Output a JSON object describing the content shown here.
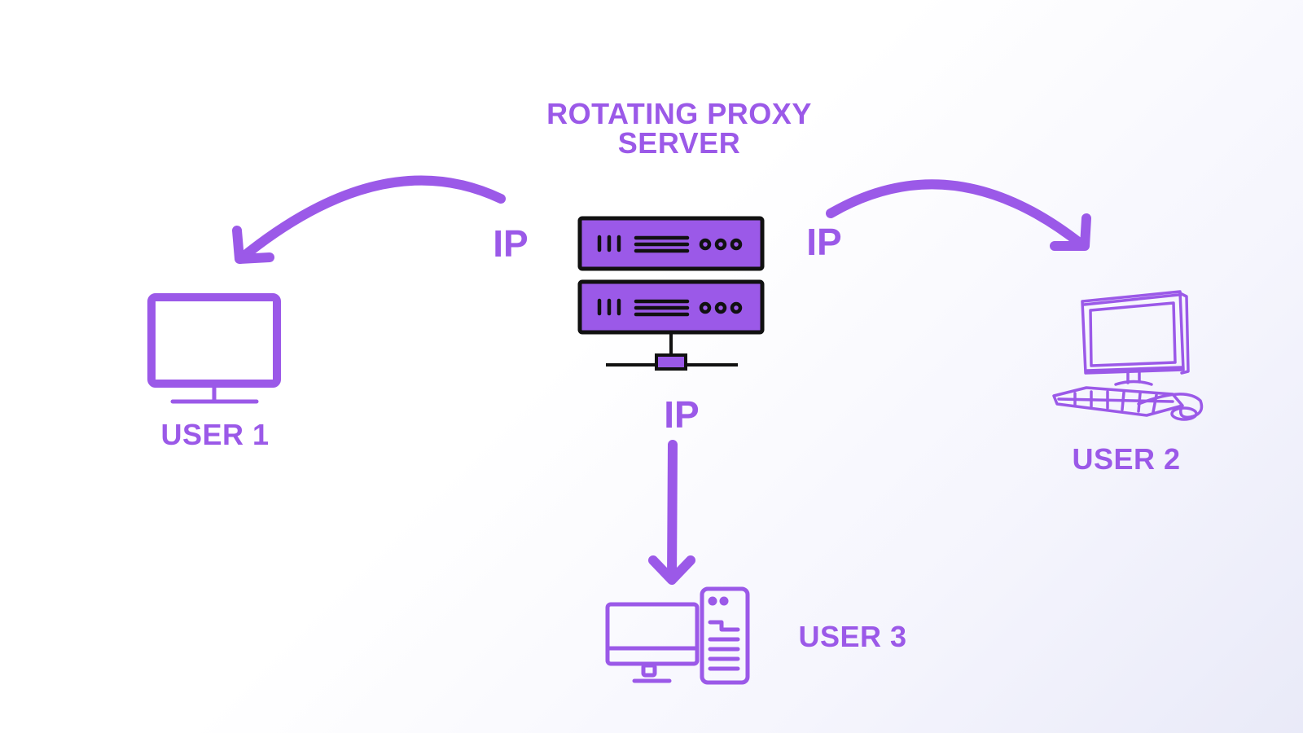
{
  "title": {
    "line1": "ROTATING PROXY",
    "line2": "SERVER"
  },
  "ip_labels": {
    "left": "IP",
    "right": "IP",
    "bottom": "IP"
  },
  "users": {
    "user1": "USER 1",
    "user2": "USER 2",
    "user3": "USER 3"
  },
  "icons": {
    "server": "server-rack-icon",
    "user1": "monitor-icon",
    "user2": "desktop-computer-sketch-icon",
    "user3": "desktop-with-tower-icon"
  },
  "colors": {
    "accent": "#9b59e8",
    "server_fill": "#9b59e8",
    "outline": "#111111"
  }
}
